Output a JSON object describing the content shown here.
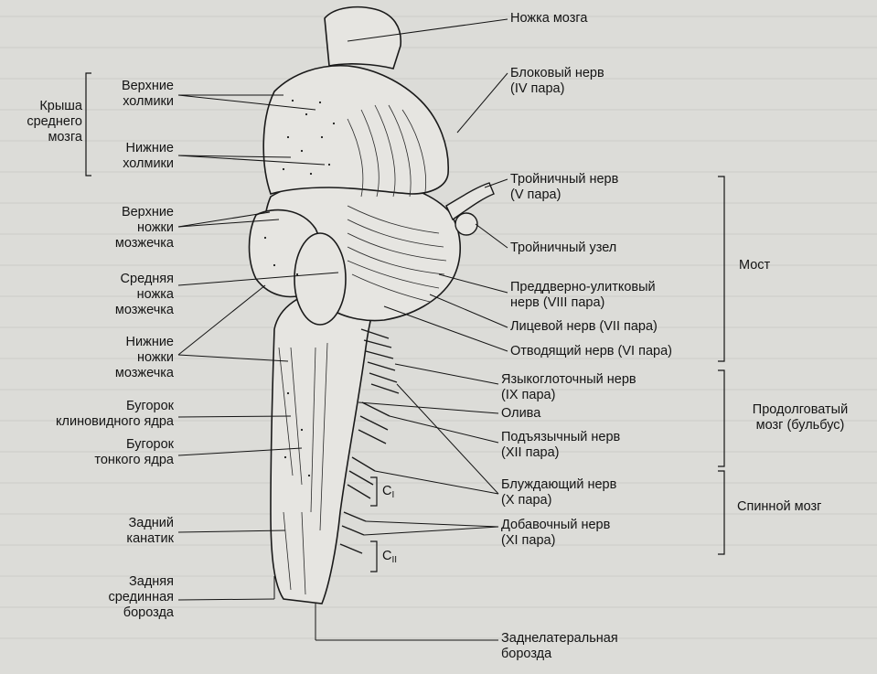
{
  "labels": {
    "left": {
      "roof": "Крыша\nсреднего\nмозга",
      "superior_colliculi": "Верхние\nхолмики",
      "inferior_colliculi": "Нижние\nхолмики",
      "superior_peduncles": "Верхние\nножки\nмозжечка",
      "middle_peduncle": "Средняя\nножка\nмозжечка",
      "inferior_peduncles": "Нижние\nножки\nмозжечка",
      "cuneate_tubercle": "Бугорок\nклиновидного ядра",
      "gracile_tubercle": "Бугорок\nтонкого ядра",
      "posterior_funiculus": "Задний\nканатик",
      "posterior_median_sulcus": "Задняя\nсрединная\nборозда"
    },
    "right": {
      "cerebral_peduncle": "Ножка мозга",
      "trochlear": "Блоковый нерв\n(IV пара)",
      "trigeminal": "Тройничный нерв\n(V пара)",
      "trigeminal_ganglion": "Тройничный узел",
      "vestibulocochlear": "Преддверно-улитковый\nнерв (VIII пара)",
      "facial": "Лицевой нерв (VII пара)",
      "abducens": "Отводящий нерв (VI пара)",
      "glossopharyngeal": "Языкоглоточный нерв\n(IX пара)",
      "olive": "Олива",
      "hypoglossal": "Подъязычный нерв\n(XII пара)",
      "vagus": "Блуждающий нерв\n(X пара)",
      "accessory": "Добавочный нерв\n(XI пара)",
      "posterolateral_sulcus": "Заднелатеральная\nборозда"
    },
    "regions": {
      "pons": "Мост",
      "medulla": "Продолговатый\nмозг (бульбус)",
      "spinal_cord": "Спинной мозг"
    },
    "segments": {
      "c1": "C",
      "c1_sub": "I",
      "c2": "C",
      "c2_sub": "II"
    }
  },
  "colors": {
    "background": "#dcdcd8",
    "ink": "#141414",
    "brain_fill": "#e6e5e1"
  }
}
